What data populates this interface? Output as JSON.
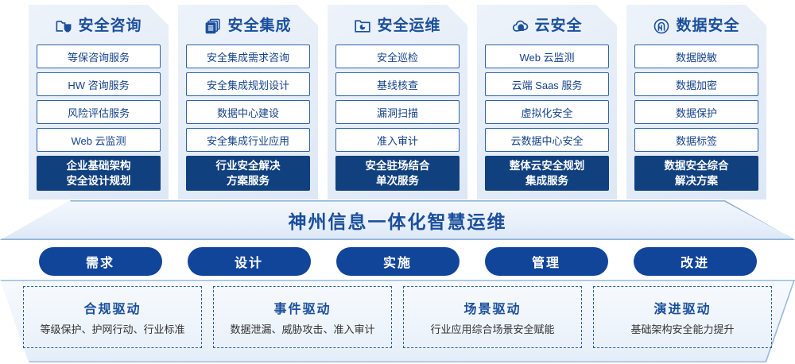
{
  "colors": {
    "brand_blue": "#1b4f9c",
    "deep_blue": "#11407f",
    "pill_blue": "#11459a",
    "item_border": "#2f63ab",
    "card_bg_top": "#eef3fa",
    "card_bg_bottom": "#dde8f5"
  },
  "cards": [
    {
      "icon": "folder-shield-icon",
      "title": "安全咨询",
      "items": [
        "等保咨询服务",
        "HW 咨询服务",
        "风险评估服务",
        "Web 云监测"
      ],
      "footer": [
        "企业基础架构",
        "安全设计规划"
      ]
    },
    {
      "icon": "stacked-documents-icon",
      "title": "安全集成",
      "items": [
        "安全集成需求咨询",
        "安全集成规划设计",
        "数据中心建设",
        "安全集成行业应用"
      ],
      "footer": [
        "行业安全解决",
        "方案服务"
      ]
    },
    {
      "icon": "folder-chart-icon",
      "title": "安全运维",
      "items": [
        "安全巡检",
        "基线核查",
        "漏洞扫描",
        "准入审计"
      ],
      "footer": [
        "安全驻场结合",
        "单次服务"
      ]
    },
    {
      "icon": "cloud-icon",
      "title": "云安全",
      "items": [
        "Web 云监测",
        "云端 Saas 服务",
        "虚拟化安全",
        "云数据中心安全"
      ],
      "footer": [
        "整体云安全规划",
        "集成服务"
      ]
    },
    {
      "icon": "fingerprint-icon",
      "title": "数据安全",
      "items": [
        "数据脱敏",
        "数据加密",
        "数据保护",
        "数据标签"
      ],
      "footer": [
        "数据安全综合",
        "解决方案"
      ]
    }
  ],
  "banner": {
    "text": "神州信息一体化智慧运维"
  },
  "pills": [
    {
      "label": "需求"
    },
    {
      "label": "设计"
    },
    {
      "label": "实施"
    },
    {
      "label": "管理"
    },
    {
      "label": "改进"
    }
  ],
  "drivers": [
    {
      "title": "合规驱动",
      "subtitle": "等级保护、护网行动、行业标准"
    },
    {
      "title": "事件驱动",
      "subtitle": "数据泄漏、威胁攻击、准入审计"
    },
    {
      "title": "场景驱动",
      "subtitle": "行业应用综合场景安全赋能"
    },
    {
      "title": "演进驱动",
      "subtitle": "基础架构安全能力提升"
    }
  ]
}
